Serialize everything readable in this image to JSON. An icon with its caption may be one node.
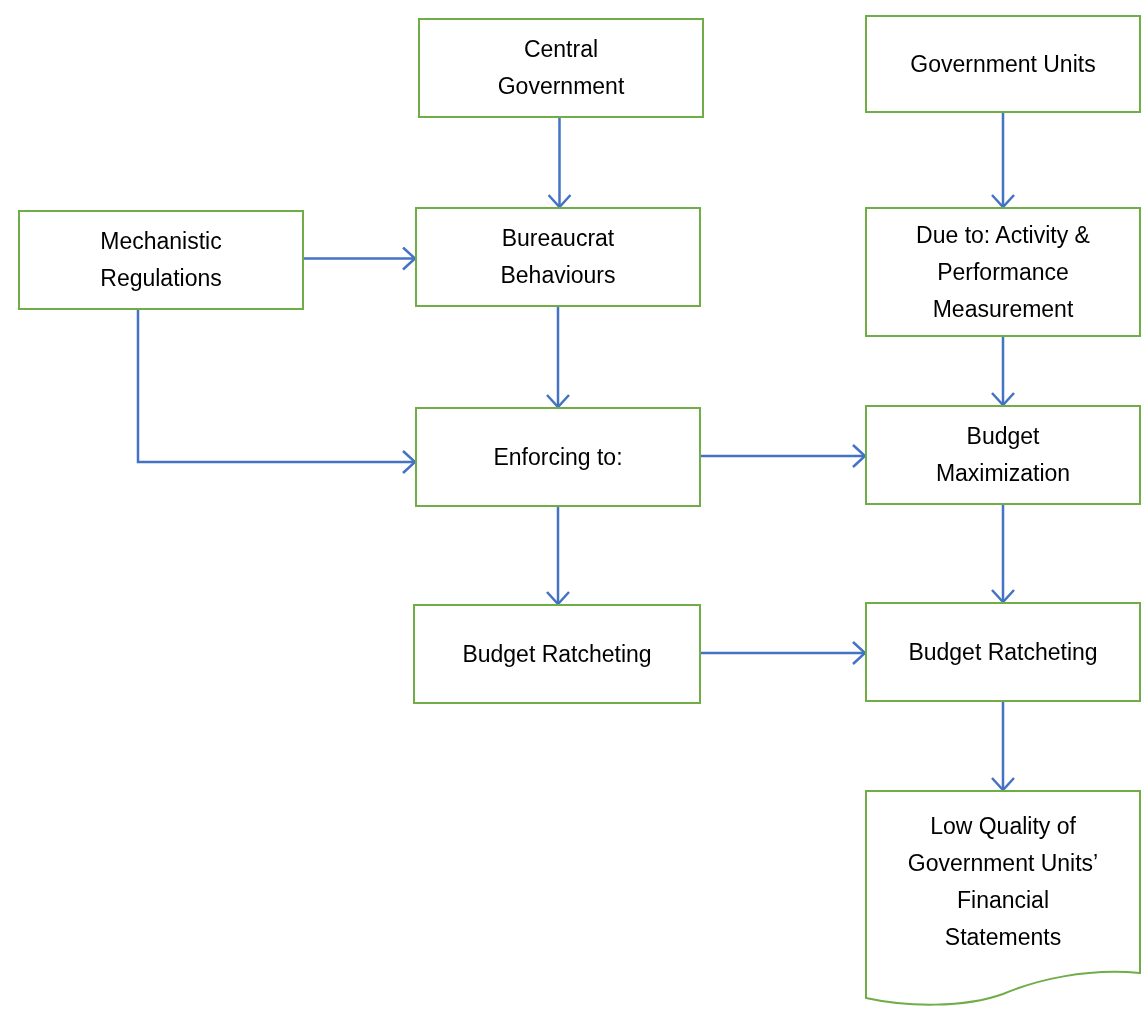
{
  "diagram": {
    "nodes": [
      {
        "text": [
          "Central Government"
        ]
      },
      {
        "text": [
          "Government Units"
        ]
      },
      {
        "text": [
          "Mechanistic Regulations"
        ]
      },
      {
        "text": [
          "Bureaucrat Behaviours"
        ]
      },
      {
        "text": [
          "Due to: Activity & Performance Measurement"
        ]
      },
      {
        "text": [
          "Enforcing to:"
        ]
      },
      {
        "text": [
          "Budget Maximization"
        ]
      },
      {
        "text": [
          "Budget Ratcheting"
        ]
      },
      {
        "text": [
          "Budget Ratcheting"
        ]
      },
      {
        "text": [
          "Low Quality of Government Units’ Financial Statements"
        ]
      }
    ],
    "edges": [
      {
        "from": 0,
        "to": 3,
        "arrow": "to"
      },
      {
        "from": 1,
        "to": 4,
        "arrow": "to"
      },
      {
        "from": 2,
        "to": 3,
        "arrow": "to"
      },
      {
        "from": 2,
        "to": 5,
        "arrow": "to"
      },
      {
        "from": 3,
        "to": 5,
        "arrow": "to"
      },
      {
        "from": 5,
        "to": 6,
        "arrow": "to"
      },
      {
        "from": 4,
        "to": 6,
        "arrow": "to"
      },
      {
        "from": 6,
        "to": 8,
        "arrow": "to"
      },
      {
        "from": 5,
        "to": 7,
        "arrow": "to"
      },
      {
        "from": 7,
        "to": 8,
        "arrow": "to"
      },
      {
        "from": 8,
        "to": 9,
        "arrow": "to"
      }
    ]
  }
}
